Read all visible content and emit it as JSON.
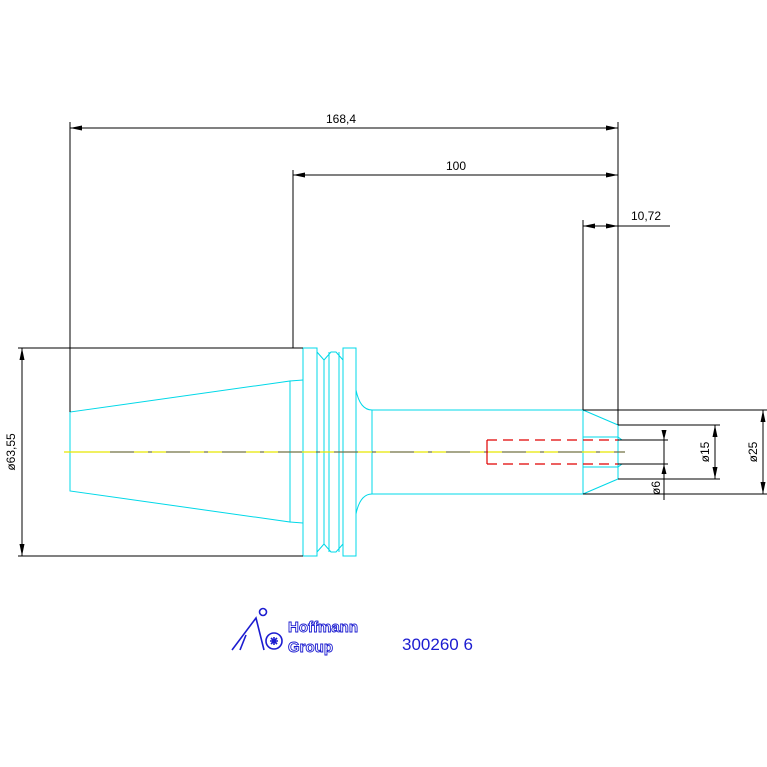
{
  "dimensions": {
    "overall_length": "168,4",
    "shank_length": "100",
    "tip_length": "10,72",
    "flange_diameter": "ø63,55",
    "shank_diameter": "ø25",
    "tip_diameter": "ø15",
    "bore_diameter": "ø6"
  },
  "logo": {
    "line1": "Hoffmann",
    "line2": "Group"
  },
  "part_number": "300260 6",
  "colors": {
    "outline": "#00d8e8",
    "centerline": "#e8e800",
    "dimension": "#000000",
    "hidden_bore": "#e00000",
    "brand": "#1c1cd0"
  }
}
